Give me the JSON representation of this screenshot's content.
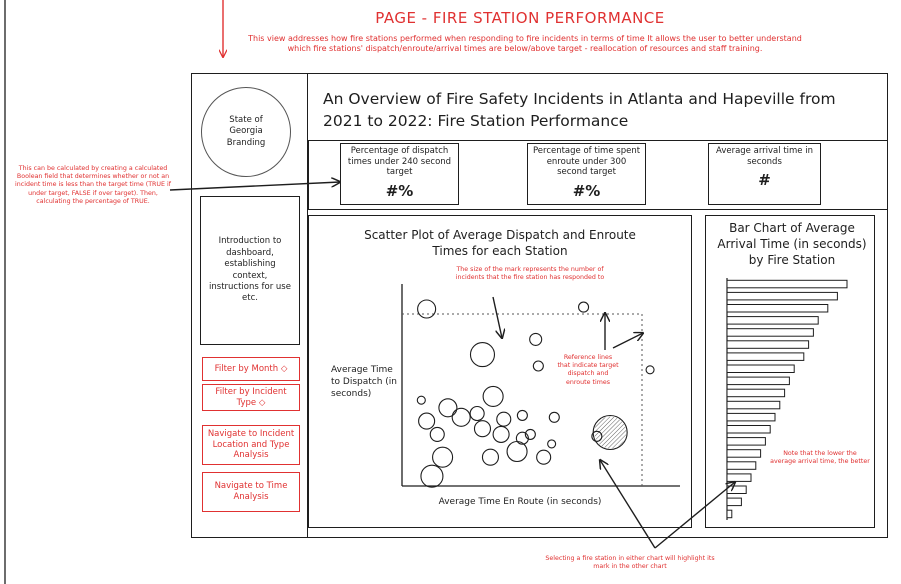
{
  "page": {
    "heading": "PAGE - FIRE STATION PERFORMANCE",
    "description": "This view addresses how fire stations performed when responding to fire incidents in terms of time It allows the user to better understand which fire stations' dispatch/enroute/arrival times are below/above target - reallocation of resources and staff training."
  },
  "dashboard": {
    "branding": "State of Georgia Branding",
    "title": "An Overview of Fire Safety Incidents in Atlanta and Hapeville from 2021 to 2022: Fire Station Performance",
    "intro": "Introduction to dashboard, establishing context, instructions for use etc."
  },
  "filters": {
    "month_label": "Filter by Month",
    "incident_type_label": "Filter by Incident Type"
  },
  "nav": {
    "location_type": "Navigate to Incident Location and Type Analysis",
    "time_analysis": "Navigate to Time Analysis"
  },
  "kpis": [
    {
      "label": "Percentage of dispatch times under 240 second target",
      "value": "#%"
    },
    {
      "label": "Percentage of time spent enroute under 300 second target",
      "value": "#%"
    },
    {
      "label": "Average arrival time in seconds",
      "value": "#"
    }
  ],
  "annotations": {
    "kpi_note": "This can be calculated by creating a calculated Boolean field that determines whether or not an incident time is less than the target time (TRUE if under target, FALSE if over target). Then, calculating the percentage of TRUE.",
    "mark_size_note": "The size of the mark represents the number of incidents that the fire station has responded to",
    "reference_lines_note": "Reference lines that indicate target dispatch and enroute times",
    "arrival_note": "Note that the lower the average arrival time, the better",
    "highlight_note": "Selecting a fire station in either chart will highlight its mark in the other chart"
  },
  "chart_data": [
    {
      "type": "scatter",
      "title": "Scatter Plot of Average Dispatch and Enroute Times for each Station",
      "xlabel": "Average Time En Route (in seconds)",
      "ylabel": "Average Time to Dispatch (in seconds)",
      "reference_lines": true,
      "points": [
        {
          "x": 0.07,
          "y": 0.9,
          "size": 9
        },
        {
          "x": 0.66,
          "y": 0.91,
          "size": 5
        },
        {
          "x": 0.48,
          "y": 0.74,
          "size": 6
        },
        {
          "x": 0.49,
          "y": 0.6,
          "size": 5
        },
        {
          "x": 0.91,
          "y": 0.58,
          "size": 4
        },
        {
          "x": 0.43,
          "y": 0.34,
          "size": 5
        },
        {
          "x": 0.55,
          "y": 0.33,
          "size": 5
        },
        {
          "x": 0.46,
          "y": 0.24,
          "size": 5
        },
        {
          "x": 0.71,
          "y": 0.23,
          "size": 5
        },
        {
          "x": 0.54,
          "y": 0.19,
          "size": 4
        },
        {
          "x": 0.28,
          "y": 0.66,
          "size": 12
        },
        {
          "x": 0.05,
          "y": 0.42,
          "size": 4
        },
        {
          "x": 0.32,
          "y": 0.44,
          "size": 10
        },
        {
          "x": 0.15,
          "y": 0.38,
          "size": 9
        },
        {
          "x": 0.2,
          "y": 0.33,
          "size": 9
        },
        {
          "x": 0.26,
          "y": 0.35,
          "size": 7
        },
        {
          "x": 0.36,
          "y": 0.32,
          "size": 7
        },
        {
          "x": 0.07,
          "y": 0.31,
          "size": 8
        },
        {
          "x": 0.28,
          "y": 0.27,
          "size": 8
        },
        {
          "x": 0.11,
          "y": 0.24,
          "size": 7
        },
        {
          "x": 0.35,
          "y": 0.24,
          "size": 8
        },
        {
          "x": 0.43,
          "y": 0.22,
          "size": 6
        },
        {
          "x": 0.41,
          "y": 0.15,
          "size": 10
        },
        {
          "x": 0.51,
          "y": 0.12,
          "size": 7
        },
        {
          "x": 0.13,
          "y": 0.12,
          "size": 10
        },
        {
          "x": 0.31,
          "y": 0.12,
          "size": 8
        },
        {
          "x": 0.09,
          "y": 0.02,
          "size": 11
        },
        {
          "x": 0.76,
          "y": 0.25,
          "size": 17
        }
      ]
    },
    {
      "type": "bar",
      "title": "Bar Chart of Average Arrival Time (in seconds) by Fire Station",
      "orientation": "horizontal",
      "values": [
        100,
        92,
        84,
        76,
        72,
        68,
        64,
        56,
        52,
        48,
        44,
        40,
        36,
        32,
        28,
        24,
        20,
        16,
        12,
        4
      ]
    }
  ]
}
